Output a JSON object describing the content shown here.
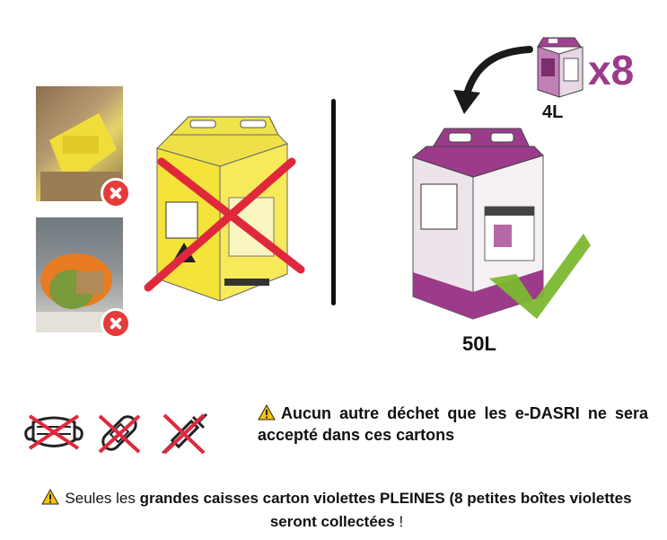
{
  "small_box": {
    "multiplier": "x8",
    "volume": "4L"
  },
  "large_box": {
    "volume": "50L"
  },
  "warnings": {
    "first": "Aucun autre déchet que les e-DASRI ne sera accepté dans ces cartons",
    "second_prefix": "Seules les ",
    "second_bold": "grandes caisses carton violettes PLEINES (8 petites boîtes violettes  seront collectées",
    "second_suffix": " !"
  },
  "colors": {
    "purple": "#9b3b8a",
    "yellow": "#f3e33a",
    "red": "#e0283c",
    "green": "#7cb82f"
  }
}
